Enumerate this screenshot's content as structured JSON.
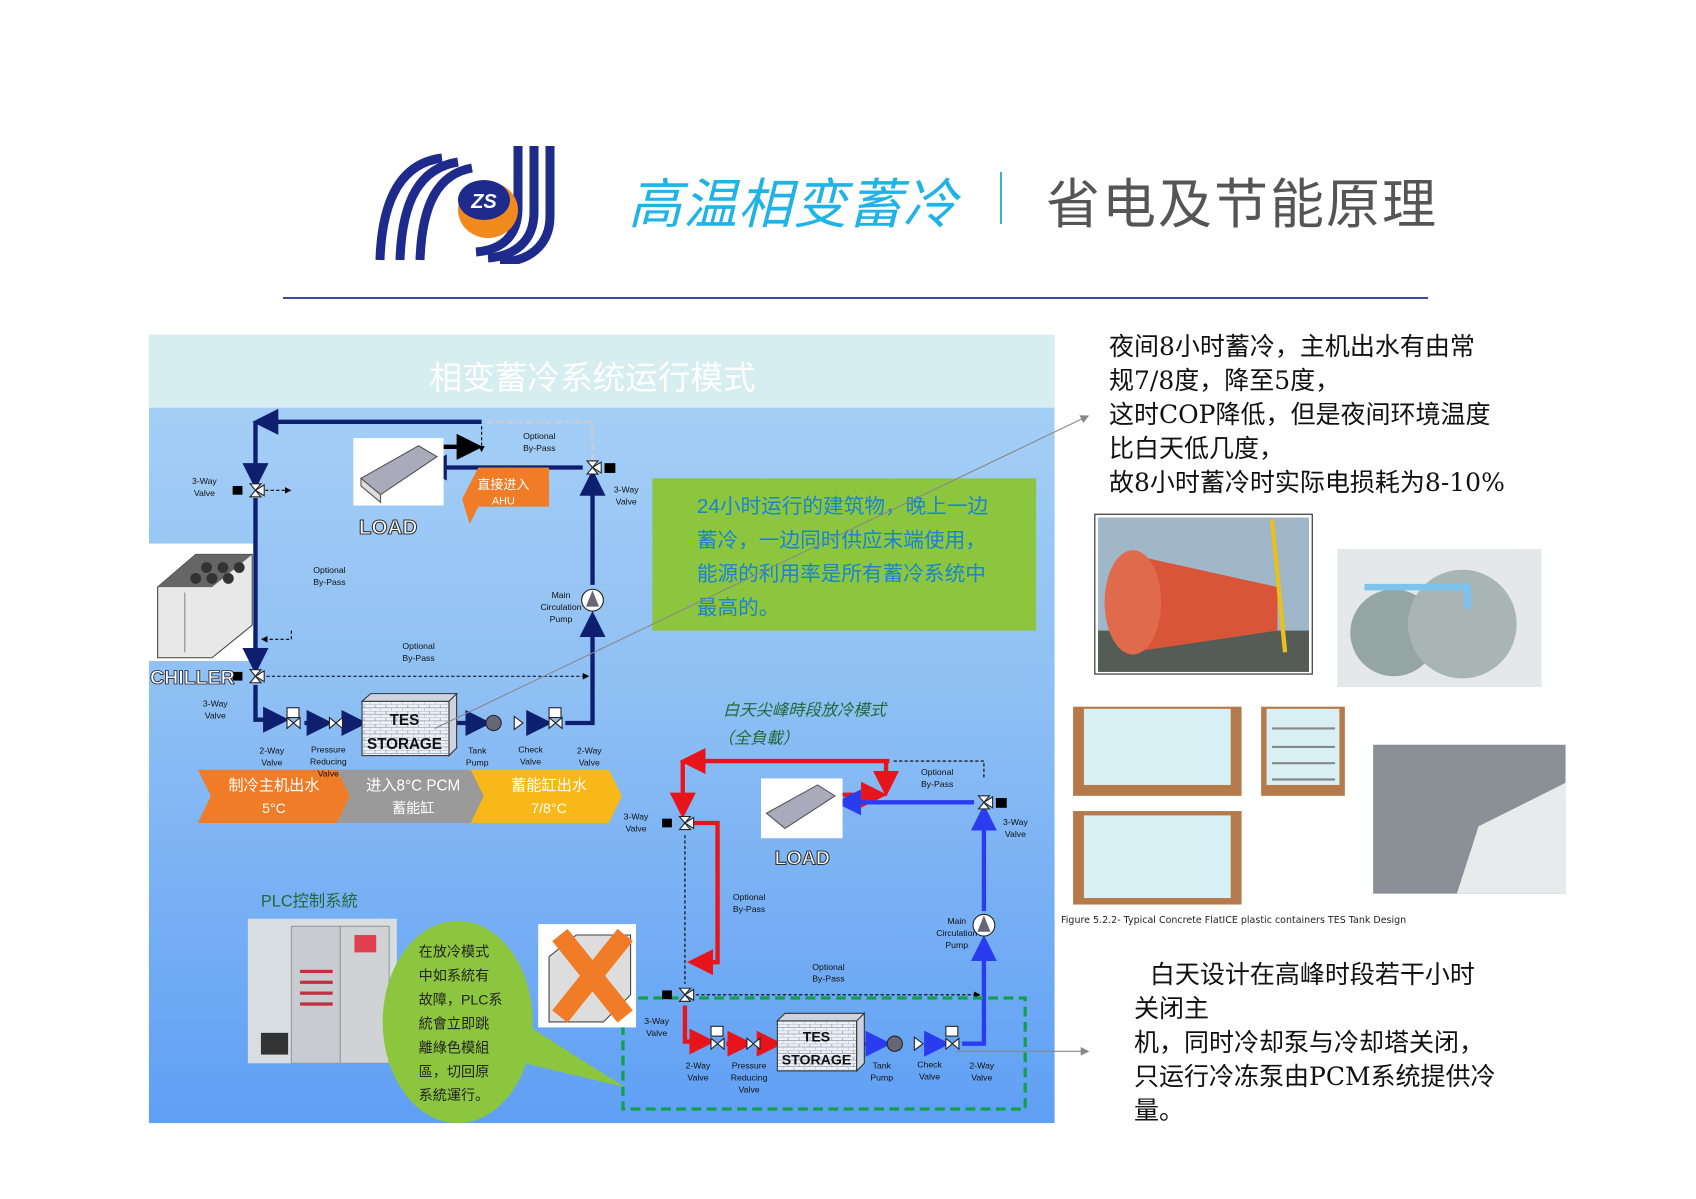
{
  "header": {
    "logo_text": "ZS",
    "title_main": "高温相变蓄冷",
    "title_sub": "省电及节能原理"
  },
  "diagram": {
    "title": "相变蓄冷系统运行模式",
    "green_note": [
      "24小时运行的建筑物，晚上一边",
      "蓄冷，一边同时供应末端使用，",
      "能源的利用率是所有蓄冷系统中",
      "最高的。"
    ],
    "direct_ahu": [
      "直接进入",
      "AHU"
    ],
    "load": "LOAD",
    "chiller": "CHILLER",
    "tes": [
      "TES",
      "STORAGE"
    ],
    "banners": [
      {
        "line1": "制冷主机出水",
        "line2": "5°C",
        "color": "#f07c28"
      },
      {
        "line1": "进入8°C PCM",
        "line2": "蓄能缸",
        "color": "#9a9a9a"
      },
      {
        "line1": "蓄能缸出水",
        "line2": "7/8°C",
        "color": "#f8b818"
      }
    ],
    "discharge_mode": [
      "白天尖峰時段放冷模式",
      "（全負載）"
    ],
    "plc_title": "PLC控制系統",
    "bubble": [
      "在放冷模式",
      "中如系統有",
      "故障，PLC系",
      "統會立即跳",
      "離綠色模組",
      "區，切回原",
      "系統運行。"
    ],
    "labels": {
      "three_way": [
        "3-Way",
        "Valve"
      ],
      "two_way": [
        "2-Way",
        "Valve"
      ],
      "bypass": [
        "Optional",
        "By-Pass"
      ],
      "main_pump": [
        "Main",
        "Circulation",
        "Pump"
      ],
      "prv": [
        "Pressure",
        "Reducing",
        "Valve"
      ],
      "tank_pump": [
        "Tank",
        "Pump"
      ],
      "check": [
        "Check",
        "Valve"
      ]
    },
    "colors": {
      "supply_navy": "#0d1f6e",
      "hot_red": "#e8141c",
      "cold_blue": "#2a3cf0",
      "note_green": "#8cc63f"
    }
  },
  "right": {
    "night_text": [
      "夜间8小时蓄冷，主机出水有由常",
      "规7/8度，降至5度，",
      "这时COP降低，但是夜间环境温度",
      "比白天低几度，",
      "故8小时蓄冷时实际电损耗为8-10%"
    ],
    "figure_caption": "Figure 5.2.2-    Typical Concrete FlatICE plastic containers TES Tank Design",
    "day_text": [
      "  白天设计在高峰时段若干小时",
      "关闭主",
      "机，同时冷却泵与冷却塔关闭，",
      "只运行冷冻泵由PCM系统提供冷",
      "量。"
    ]
  }
}
